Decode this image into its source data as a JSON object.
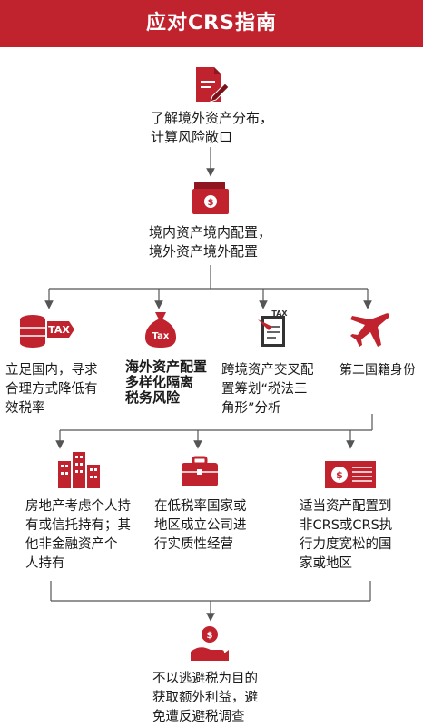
{
  "header": {
    "title": "应对CRS指南"
  },
  "colors": {
    "accent": "#c0222e",
    "line": "#555555"
  },
  "steps": {
    "step1": {
      "lines": [
        "了解境外资产分布，",
        "计算风险敞口"
      ],
      "icon": "document-pen-icon"
    },
    "step2": {
      "lines": [
        "境内资产境内配置，",
        "境外资产境外配置"
      ],
      "icon": "money-envelope-icon"
    }
  },
  "branches": [
    {
      "icon": "coins-tax-icon",
      "tag": "TAX",
      "lines": [
        "立足国内，寻求",
        "合理方式降低有",
        "效税率"
      ]
    },
    {
      "icon": "money-bag-tax-icon",
      "tag": "Tax",
      "lines": [
        "海外资产配置",
        "多样化隔离",
        "税务风险"
      ]
    },
    {
      "icon": "tax-document-icon",
      "tag": "TAX",
      "lines": [
        "跨境资产交叉配",
        "置筹划“税法三",
        "角形”分析"
      ]
    },
    {
      "icon": "airplane-icon",
      "lines": [
        "第二国籍身份"
      ]
    }
  ],
  "options": [
    {
      "icon": "buildings-icon",
      "lines": [
        "房地产考虑个人持",
        "有或信托持有；其",
        "他非金融资产个",
        "人持有"
      ]
    },
    {
      "icon": "briefcase-icon",
      "lines": [
        "在低税率国家或",
        "地区成立公司进",
        "行实质性经营"
      ]
    },
    {
      "icon": "cash-stack-icon",
      "lines": [
        "适当资产配置到",
        "非CRS或CRS执",
        "行力度宽松的国",
        "家或地区"
      ]
    }
  ],
  "final": {
    "icon": "hand-coin-icon",
    "lines": [
      "不以逃避税为目的",
      "获取额外利益，避",
      "免遭反避税调查"
    ]
  }
}
